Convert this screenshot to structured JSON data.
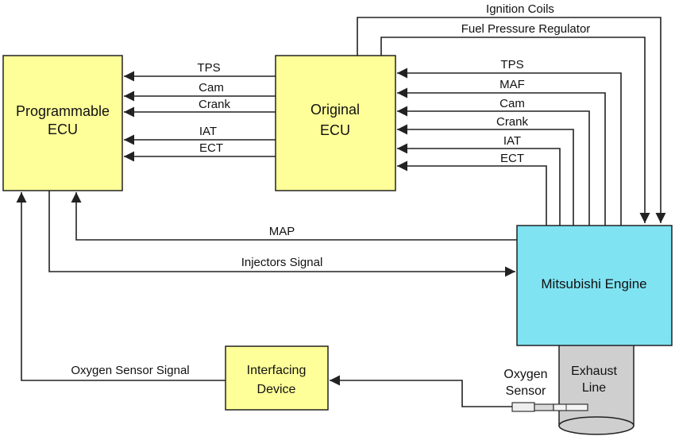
{
  "colors": {
    "ecu_fill": "#ffff99",
    "engine_fill": "#7fe3f2",
    "exhaust_fill": "#cfcfcf",
    "line": "#222222"
  },
  "blocks": {
    "programmable_ecu": {
      "line1": "Programmable",
      "line2": "ECU"
    },
    "original_ecu": {
      "line1": "Original",
      "line2": "ECU"
    },
    "engine": {
      "label": "Mitsubishi Engine"
    },
    "interfacing_device": {
      "line1": "Interfacing",
      "line2": "Device"
    },
    "exhaust_line": {
      "line1": "Exhaust",
      "line2": "Line"
    },
    "oxygen_sensor": {
      "line1": "Oxygen",
      "line2": "Sensor"
    }
  },
  "signals": {
    "ignition_coils": "Ignition Coils",
    "fuel_pressure_regulator": "Fuel Pressure Regulator",
    "left_tps": "TPS",
    "left_cam": "Cam",
    "left_crank": "Crank",
    "left_iat": "IAT",
    "left_ect": "ECT",
    "right_tps": "TPS",
    "right_maf": "MAF",
    "right_cam": "Cam",
    "right_crank": "Crank",
    "right_iat": "IAT",
    "right_ect": "ECT",
    "map": "MAP",
    "injectors_signal": "Injectors Signal",
    "oxygen_sensor_signal": "Oxygen Sensor Signal"
  }
}
